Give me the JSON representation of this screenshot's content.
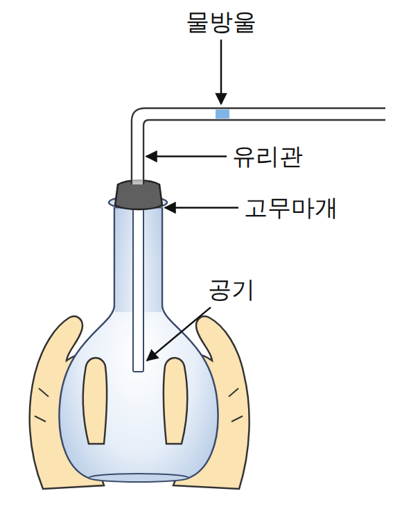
{
  "diagram": {
    "labels": [
      "물방울",
      "유리관",
      "고무마개",
      "공기"
    ]
  }
}
